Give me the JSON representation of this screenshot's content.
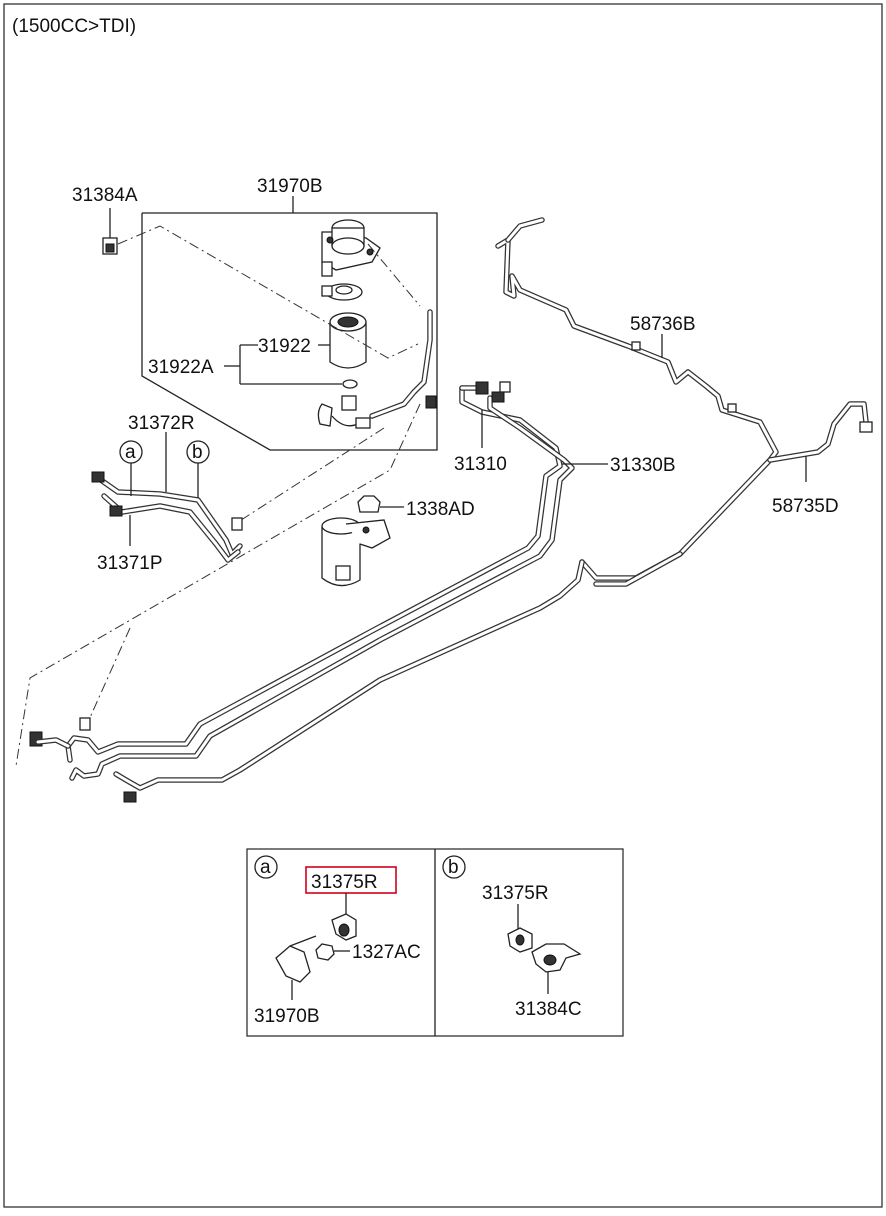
{
  "header": {
    "variant": "(1500CC>TDI)"
  },
  "labels": {
    "l31384A": "31384A",
    "l31970B": "31970B",
    "l31922": "31922",
    "l31922A": "31922A",
    "l31372R": "31372R",
    "l31371P": "31371P",
    "l31310": "31310",
    "l31330B": "31330B",
    "l1338AD": "1338AD",
    "l58736B": "58736B",
    "l58735D": "58735D",
    "calloutA": "a",
    "calloutB": "b"
  },
  "detail_a": {
    "tag": "a",
    "highlighted_part": "31375R",
    "part_nut": "1327AC",
    "part_bracket": "31970B"
  },
  "detail_b": {
    "tag": "b",
    "part_clip": "31375R",
    "part_holder": "31384C"
  },
  "colors": {
    "highlight": "#d0021b",
    "line": "#222222"
  }
}
